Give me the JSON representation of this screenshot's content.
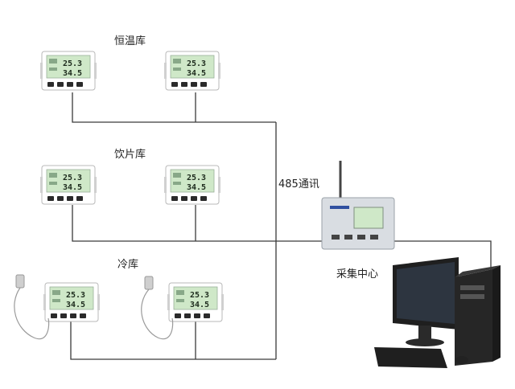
{
  "zones": {
    "constant_temp": "恒温库",
    "beverage": "饮片库",
    "cold": "冷库"
  },
  "bus_label": "485通讯",
  "collector_label": "采集中心",
  "readings": {
    "temperature": "25.3",
    "humidity": "34.5"
  },
  "colors": {
    "line": "#3a3a3a",
    "lcd": "#cfe8c8",
    "device_body": "#ffffff",
    "collector_body": "#d9dde2",
    "monitor": "#1f1f1f"
  },
  "icons": [
    "sensor-icon",
    "probe-icon",
    "antenna-icon",
    "monitor-icon",
    "pc-tower-icon",
    "keyboard-icon",
    "mouse-icon"
  ]
}
